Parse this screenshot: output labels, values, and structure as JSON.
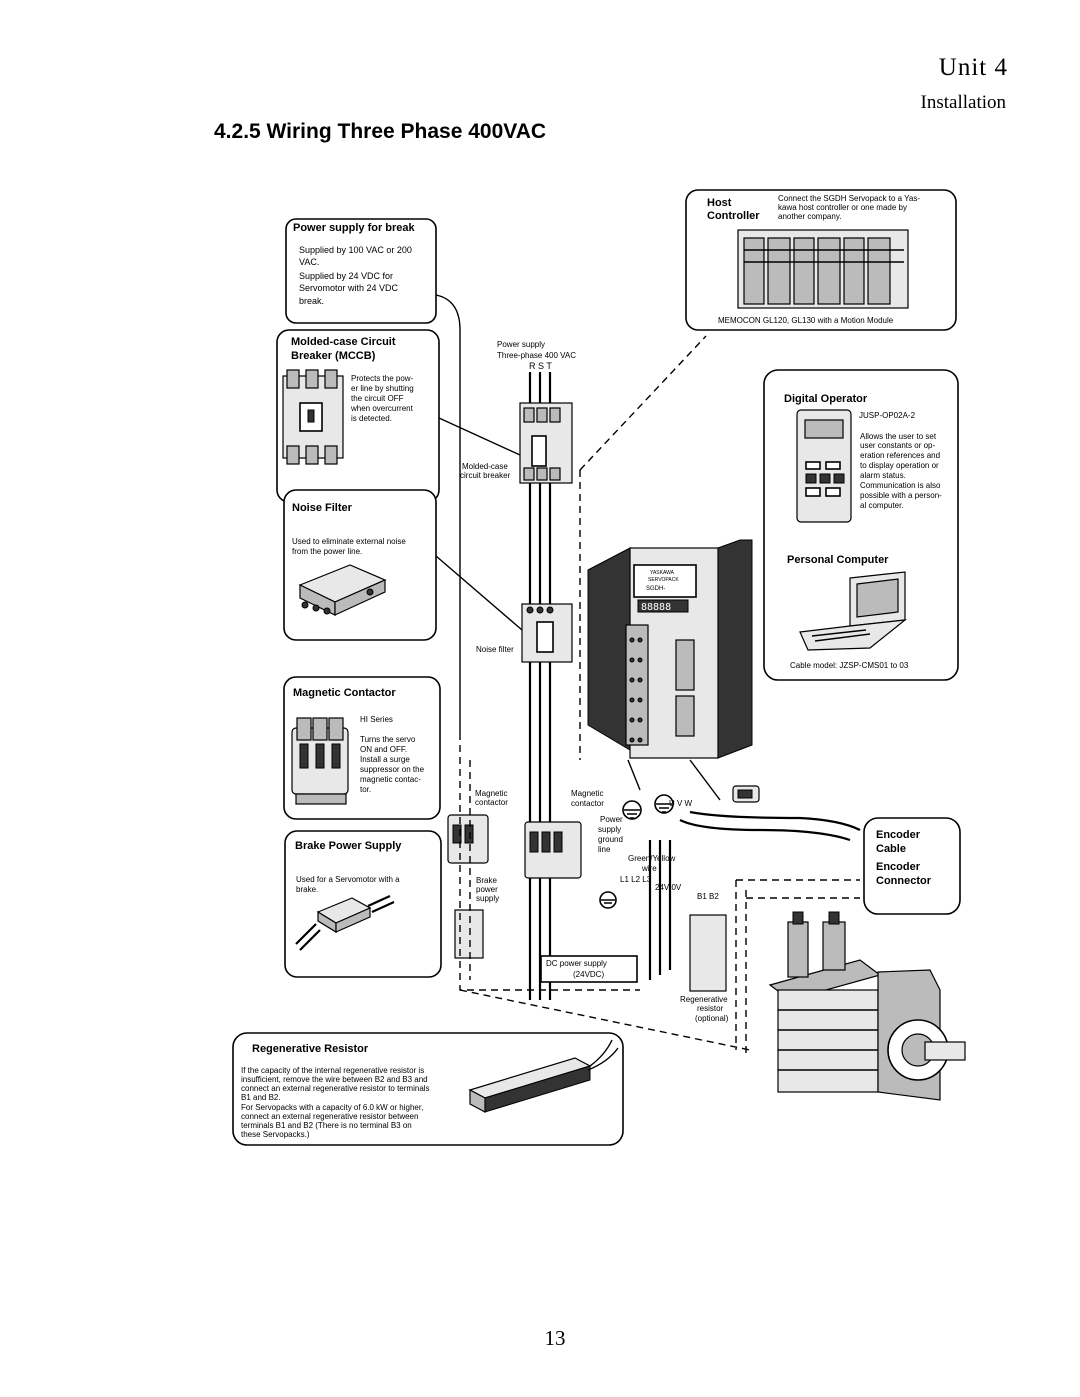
{
  "header": {
    "unit": "Unit 4",
    "section": "Installation"
  },
  "title": "4.2.5  Wiring Three Phase 400VAC",
  "page_number": "13",
  "boxes": {
    "power_break": {
      "title": "Power supply for break",
      "lines": [
        "Supplied by 100 VAC or 200",
        "VAC.",
        "Supplied by 24 VDC for",
        "Servomotor with 24 VDC",
        "break."
      ]
    },
    "mccb": {
      "title": "Molded-case Circuit",
      "title2": "Breaker (MCCB)",
      "lines": [
        "Protects the pow-",
        "er line by shutting",
        "the circuit OFF",
        "when overcurrent",
        "is detected."
      ]
    },
    "noise_filter": {
      "title": "Noise Filter",
      "lines": [
        "Used to eliminate external noise",
        "from the power line."
      ]
    },
    "magnetic_contactor": {
      "title": "Magnetic Contactor",
      "series": "HI Series",
      "lines": [
        "Turns the servo",
        "ON and OFF.",
        "Install a surge",
        "suppressor on the",
        "magnetic contac-",
        "tor."
      ]
    },
    "brake_power": {
      "title": "Brake Power Supply",
      "lines": [
        "Used for a Servomotor with a",
        "brake."
      ]
    },
    "regen": {
      "title": "Regenerative Resistor",
      "lines": [
        "If the capacity of the internal regenerative resistor is",
        "insufficient, remove the wire between B2 and B3 and",
        "connect an external regenerative resistor to terminals",
        "B1 and B2.",
        "For Servopacks with a capacity of 6.0 kW or higher,",
        "connect an external regenerative resistor between",
        "terminals B1 and B2 (There is no terminal B3 on",
        "these Servopacks.)"
      ]
    },
    "host": {
      "title": "Host",
      "title2": "Controller",
      "note": [
        "Connect the SGDH Servopack to a Yas-",
        "kawa host controller or one made by",
        "another company."
      ],
      "caption": "MEMOCON GL120, GL130 with a Motion Module"
    },
    "digital_operator": {
      "title": "Digital Operator",
      "model": "JUSP-OP02A-2",
      "lines": [
        "Allows the user to set",
        "user constants or op-",
        "eration references and",
        "to display operation or",
        "alarm status.",
        "Communication is also",
        "possible with a person-",
        "al computer."
      ]
    },
    "pc": {
      "title": "Personal Computer",
      "cable": "Cable model: JZSP-CMS01 to 03"
    },
    "encoder": {
      "lines": [
        "Encoder",
        "Cable",
        "Encoder",
        "Connector"
      ]
    }
  },
  "labels": {
    "power_supply": "Power supply",
    "three_phase": "Three-phase 400 VAC",
    "rst": "R  S  T",
    "mccb_inline_1": "Molded-case",
    "mccb_inline_2": "circuit breaker",
    "noise_filter_inline": "Noise filter",
    "mag_contactor_inline_1": "Magnetic",
    "mag_contactor_inline_2": "contactor",
    "mag_contactor2_1": "Magnetic",
    "mag_contactor2_2": "contactor",
    "power_ground": [
      "Power",
      "supply",
      "ground",
      "line"
    ],
    "green_yellow": [
      "Green/Yellow",
      "wire"
    ],
    "l123": "L1 L2 L3",
    "v24": "24V 0V",
    "b1b2": "B1 B2",
    "uvw": "U  V  W",
    "brake_ps": [
      "Brake",
      "power",
      "supply"
    ],
    "dc_supply": "DC power supply",
    "dc_24": "(24VDC)",
    "regen_inline": [
      "Regenerative",
      "resistor",
      "(optional)"
    ],
    "servopack_brand": [
      "YASKAWA",
      "SERVOPACK",
      "SGDH-"
    ],
    "display": "88888"
  }
}
